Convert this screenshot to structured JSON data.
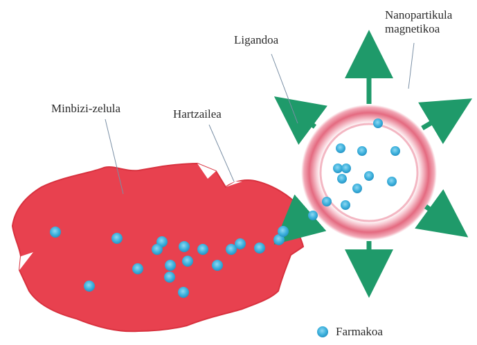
{
  "labels": {
    "cancer_cell": "Minbizi-zelula",
    "receptor": "Hartzailea",
    "ligand": "Ligandoa",
    "nanoparticle_line1": "Nanopartikula",
    "nanoparticle_line2": "magnetikoa",
    "drug": "Farmakoa"
  },
  "colors": {
    "cell": "#e8414f",
    "cell_edge": "#d8323f",
    "drug": "#3fb2dd",
    "drug_edge": "#2793c4",
    "arrow": "#1f9a6a",
    "nanoparticle_ring": "#e46a80",
    "nanoparticle_inner_ring": "#f7c3cd",
    "leader_line": "#7a8fa5"
  },
  "icons": {
    "drug": "blue-dot",
    "ligand": "green-arrow"
  }
}
